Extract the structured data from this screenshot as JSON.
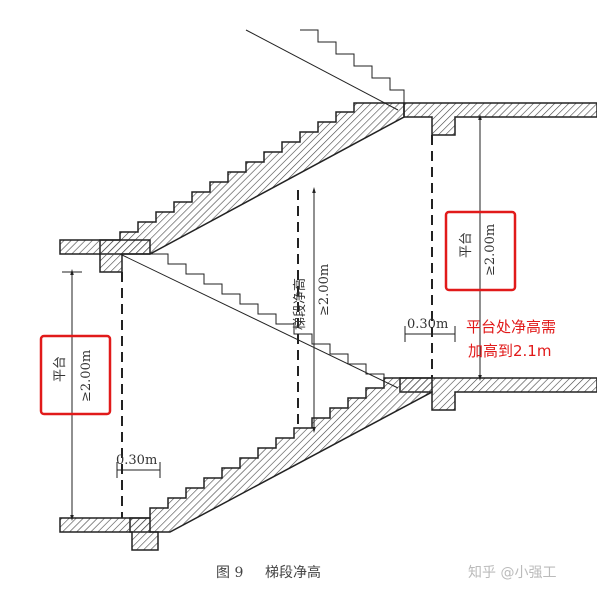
{
  "labels": {
    "left_box": {
      "line1": "平台",
      "line2": "≥2.00m"
    },
    "right_box": {
      "line1": "平台",
      "line2": "≥2.00m"
    },
    "center_vertical": {
      "line1": "梯段净高",
      "line2": "≥2.00m"
    },
    "dim_upper": "0.30m",
    "dim_lower": "0.30m"
  },
  "annotation": {
    "line1": "平台处净高需",
    "line2": "加高到2.1m"
  },
  "caption": {
    "figure": "图 9",
    "title": "梯段净高"
  },
  "watermark": "知乎 @小强工",
  "colors": {
    "annotation": "#e11a1a",
    "line": "#222222",
    "hatch": "#444444"
  }
}
